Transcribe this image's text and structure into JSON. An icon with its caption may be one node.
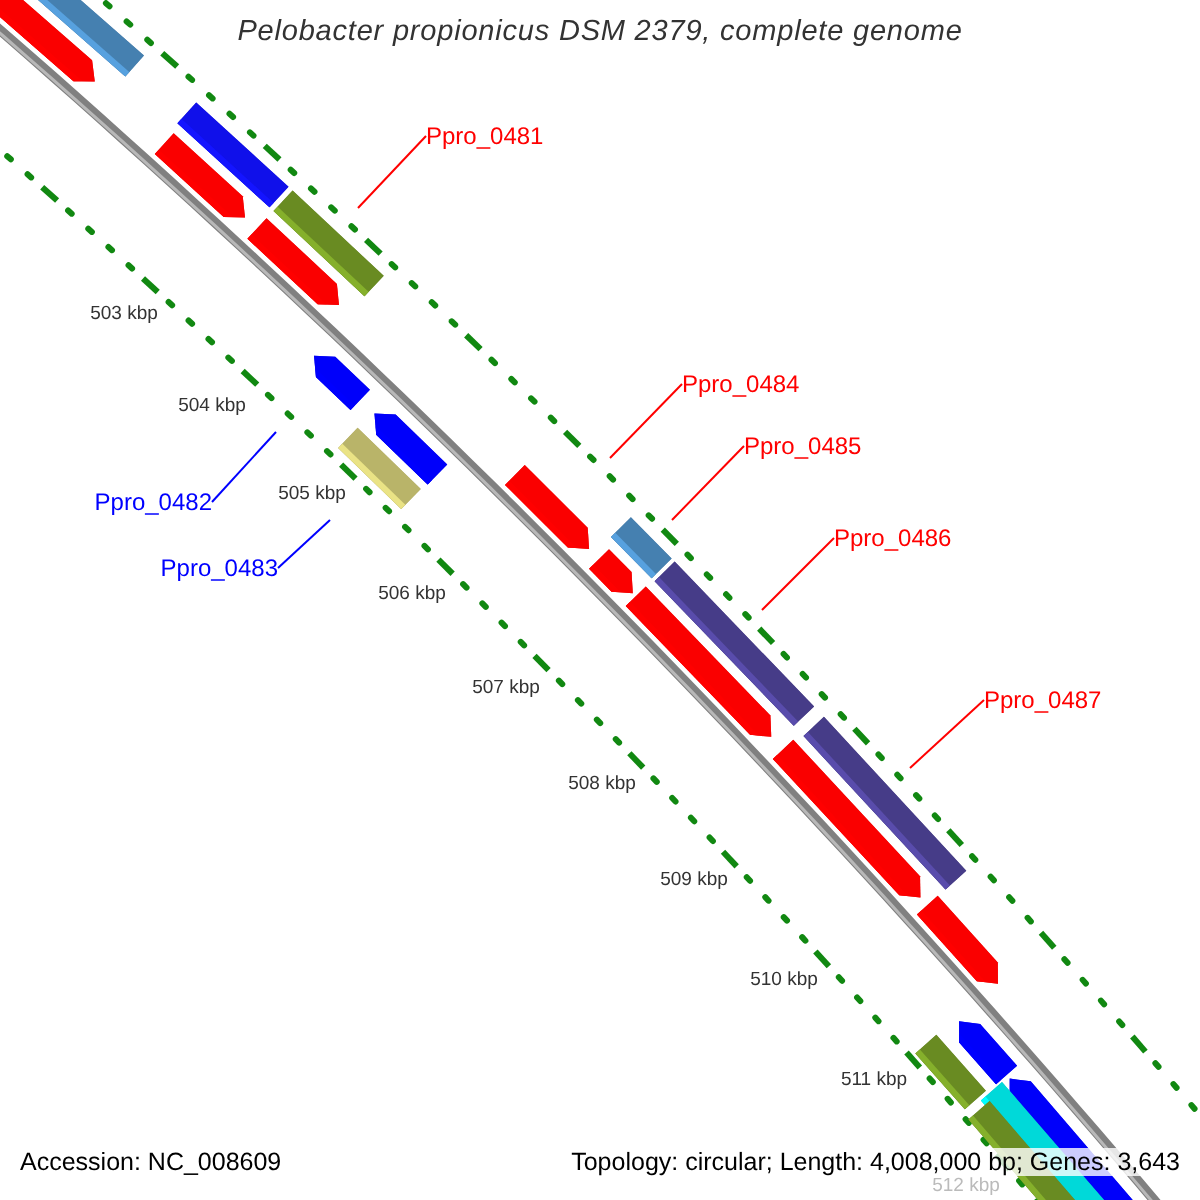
{
  "diagram": {
    "title": "Pelobacter propionicus DSM 2379, complete genome",
    "nodes": [
      {
        "text": [
          "Ppro_0481"
        ]
      },
      {
        "text": [
          "Ppro_0484"
        ]
      },
      {
        "text": [
          "Ppro_0485"
        ]
      },
      {
        "text": [
          "Ppro_0482"
        ]
      },
      {
        "text": [
          "Ppro_0486"
        ]
      },
      {
        "text": [
          "Ppro_0483"
        ]
      },
      {
        "text": [
          "Ppro_0487"
        ]
      }
    ],
    "edges": [
      {
        "from": 0,
        "to": null,
        "arrow": "none"
      },
      {
        "from": 1,
        "to": null,
        "arrow": "none"
      },
      {
        "from": 2,
        "to": null,
        "arrow": "none"
      },
      {
        "from": 3,
        "to": null,
        "arrow": "none",
        "color": "#0000ff"
      },
      {
        "from": 4,
        "to": null,
        "arrow": "none"
      },
      {
        "from": 5,
        "to": null,
        "arrow": "none",
        "color": "#0000ff"
      },
      {
        "from": 6,
        "to": null,
        "arrow": "none"
      }
    ],
    "labels": [
      "503 kbp",
      "504 kbp",
      "505 kbp",
      "506 kbp",
      "507 kbp",
      "508 kbp",
      "509 kbp",
      "510 kbp",
      "511 kbp",
      "512 kbp",
      "Accession: NC_008609",
      "Topology: circular; Length: 4,008,000 bp; Genes: 3,643"
    ]
  }
}
